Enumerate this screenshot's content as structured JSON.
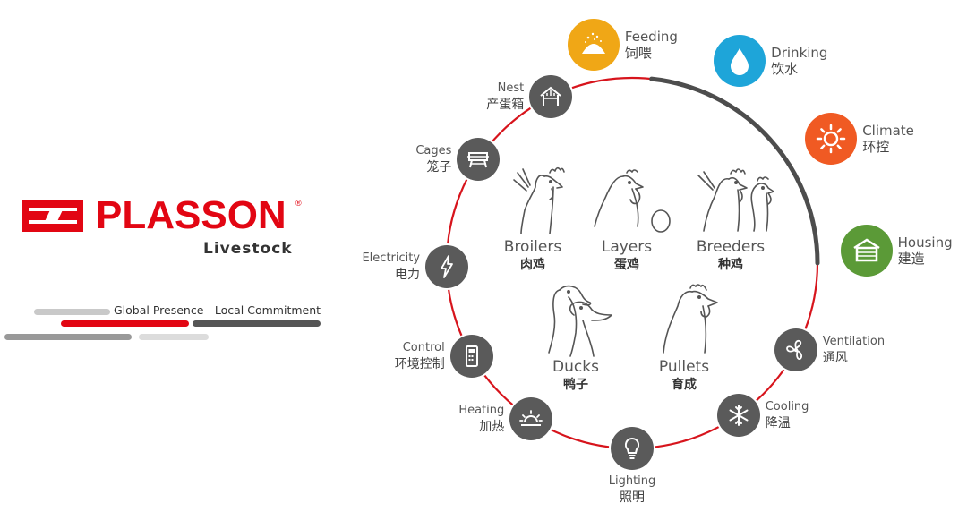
{
  "brand": {
    "name": "PLASSON",
    "registered": "®",
    "subtitle": "Livestock",
    "slogan": "Global Presence - Local Commitment",
    "color_red": "#e20613"
  },
  "diagram": {
    "ring_color": "#d7141c",
    "arc_color": "#4d4d4d",
    "node_color": "#5a5a5a",
    "nodes": [
      {
        "id": "feeding",
        "en": "Feeding",
        "zh": "饲喂",
        "icon": "feed-pile-icon",
        "color": "#f0a716"
      },
      {
        "id": "drinking",
        "en": "Drinking",
        "zh": "饮水",
        "icon": "water-drop-icon",
        "color": "#1ea5d9"
      },
      {
        "id": "climate",
        "en": "Climate",
        "zh": "环控",
        "icon": "sun-icon",
        "color": "#f05a23"
      },
      {
        "id": "housing",
        "en": "Housing",
        "zh": "建造",
        "icon": "barn-icon",
        "color": "#5b9a37"
      },
      {
        "id": "ventilation",
        "en": "Ventilation",
        "zh": "通风",
        "icon": "fan-icon"
      },
      {
        "id": "cooling",
        "en": "Cooling",
        "zh": "降温",
        "icon": "snowflake-icon"
      },
      {
        "id": "lighting",
        "en": "Lighting",
        "zh": "照明",
        "icon": "light-bulb-icon"
      },
      {
        "id": "heating",
        "en": "Heating",
        "zh": "加热",
        "icon": "sunrise-icon"
      },
      {
        "id": "control",
        "en": "Control",
        "zh": "环境控制",
        "icon": "controller-icon"
      },
      {
        "id": "electricity",
        "en": "Electricity",
        "zh": "电力",
        "icon": "lightning-icon"
      },
      {
        "id": "cages",
        "en": "Cages",
        "zh": "笼子",
        "icon": "cage-icon"
      },
      {
        "id": "nest",
        "en": "Nest",
        "zh": "产蛋箱",
        "icon": "nest-house-icon"
      }
    ],
    "birds": [
      {
        "id": "broilers",
        "en": "Broilers",
        "zh": "肉鸡",
        "icon": "broiler-chicken-icon"
      },
      {
        "id": "layers",
        "en": "Layers",
        "zh": "蛋鸡",
        "icon": "layer-hen-egg-icon"
      },
      {
        "id": "breeders",
        "en": "Breeders",
        "zh": "种鸡",
        "icon": "breeder-chickens-icon"
      },
      {
        "id": "ducks",
        "en": "Ducks",
        "zh": "鸭子",
        "icon": "ducks-icon"
      },
      {
        "id": "pullets",
        "en": "Pullets",
        "zh": "育成",
        "icon": "pullet-hen-icon"
      }
    ]
  }
}
